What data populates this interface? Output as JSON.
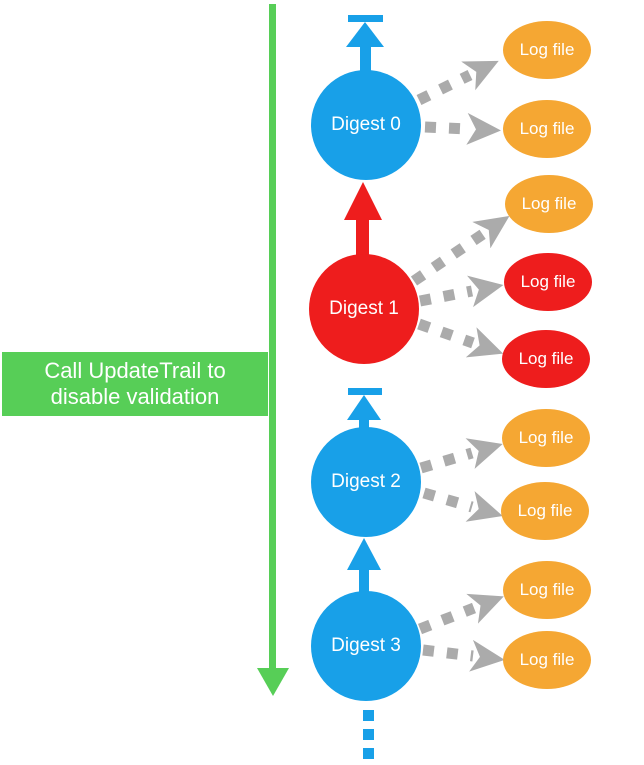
{
  "colors": {
    "blue": "#18A0E8",
    "red": "#EE1D1D",
    "orange": "#F5A733",
    "green": "#57CE57",
    "gray": "#ABABAB"
  },
  "timeline": {
    "label_line1": "Call UpdateTrail to",
    "label_line2": "disable validation"
  },
  "digests": [
    {
      "label": "Digest 0",
      "color": "blue",
      "upward_link": "terminator-bar",
      "log_files": [
        {
          "label": "Log file",
          "color": "orange"
        },
        {
          "label": "Log file",
          "color": "orange"
        }
      ]
    },
    {
      "label": "Digest 1",
      "color": "red",
      "upward_link": "arrow-red",
      "log_files": [
        {
          "label": "Log file",
          "color": "orange"
        },
        {
          "label": "Log file",
          "color": "red"
        },
        {
          "label": "Log file",
          "color": "red"
        }
      ]
    },
    {
      "label": "Digest 2",
      "color": "blue",
      "upward_link": "terminator-bar",
      "log_files": [
        {
          "label": "Log file",
          "color": "orange"
        },
        {
          "label": "Log file",
          "color": "orange"
        }
      ]
    },
    {
      "label": "Digest 3",
      "color": "blue",
      "upward_link": "arrow-blue",
      "log_files": [
        {
          "label": "Log file",
          "color": "orange"
        },
        {
          "label": "Log file",
          "color": "orange"
        }
      ]
    }
  ],
  "continuation": "dotted-blue"
}
